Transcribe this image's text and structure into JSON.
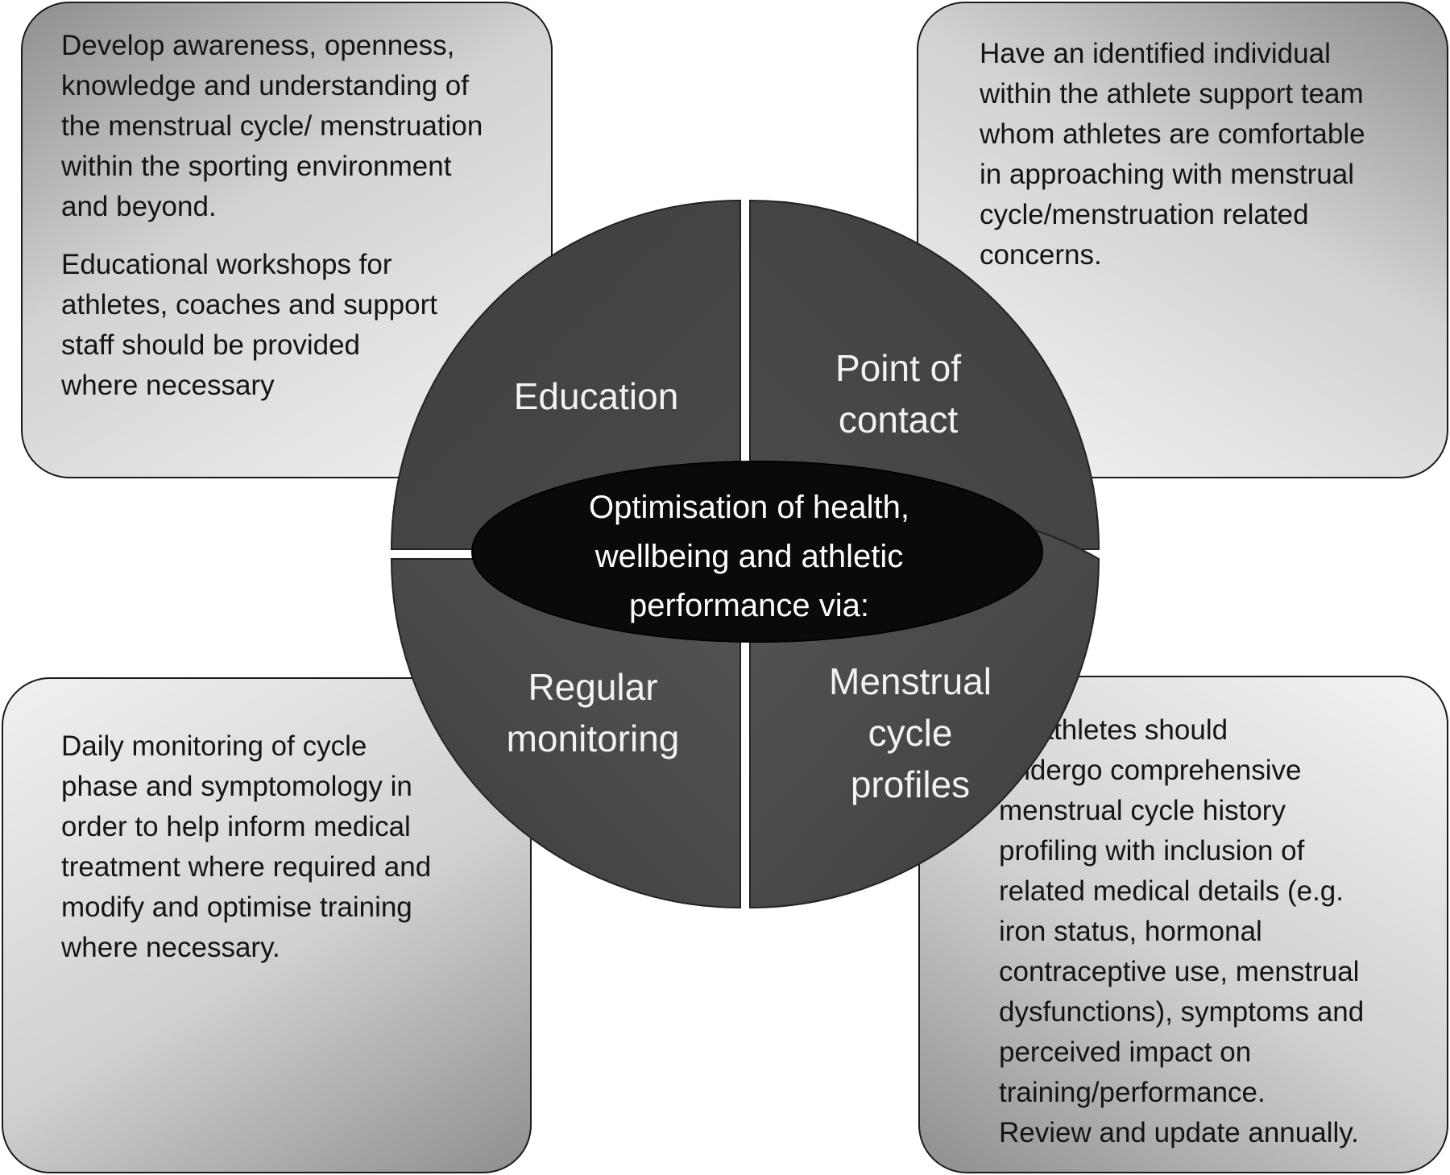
{
  "diagram": {
    "center": "Optimisation of health,\nwellbeing and athletic\nperformance via:",
    "quadrants": {
      "top_left": "Education",
      "top_right": "Point of\ncontact",
      "bottom_left": "Regular\nmonitoring",
      "bottom_right": "Menstrual\ncycle\nprofiles"
    },
    "boxes": {
      "top_left": {
        "p1": "Develop awareness, openness,\nknowledge and understanding of\nthe menstrual cycle/ menstruation\nwithin the sporting environment\nand beyond.",
        "p2": "Educational workshops for\nathletes, coaches and support\nstaff should be provided\nwhere necessary"
      },
      "top_right": {
        "p1": "Have an identified individual\nwithin the athlete support team\nwhom athletes are comfortable\nin approaching with menstrual\ncycle/menstruation related\nconcerns."
      },
      "bottom_left": {
        "p1": "Daily monitoring of cycle\nphase and symptomology in\norder to help inform medical\ntreatment where required and\nmodify and optimise training\nwhere necessary."
      },
      "bottom_right": {
        "p1": "All athletes should\nundergo comprehensive\nmenstrual cycle history\nprofiling with inclusion of\nrelated medical details (e.g.\niron status, hormonal\ncontraceptive use, menstrual\ndysfunctions), symptoms and\nperceived impact on\ntraining/performance.\nReview and update annually."
      }
    }
  }
}
